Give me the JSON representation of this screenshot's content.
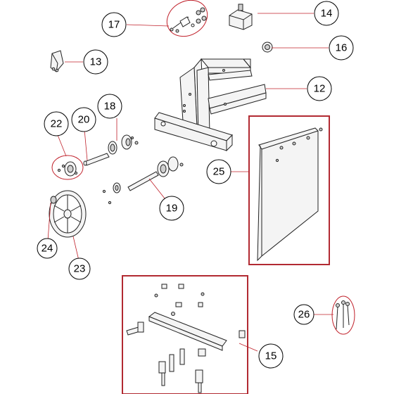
{
  "diagram": {
    "accent_color": "#b22a32",
    "callouts": [
      {
        "id": "17",
        "label": "17"
      },
      {
        "id": "14",
        "label": "14"
      },
      {
        "id": "16",
        "label": "16"
      },
      {
        "id": "13",
        "label": "13"
      },
      {
        "id": "12",
        "label": "12"
      },
      {
        "id": "18",
        "label": "18"
      },
      {
        "id": "20",
        "label": "20"
      },
      {
        "id": "22",
        "label": "22"
      },
      {
        "id": "25",
        "label": "25"
      },
      {
        "id": "19",
        "label": "19"
      },
      {
        "id": "24",
        "label": "24"
      },
      {
        "id": "23",
        "label": "23"
      },
      {
        "id": "26",
        "label": "26"
      },
      {
        "id": "15",
        "label": "15"
      }
    ]
  }
}
